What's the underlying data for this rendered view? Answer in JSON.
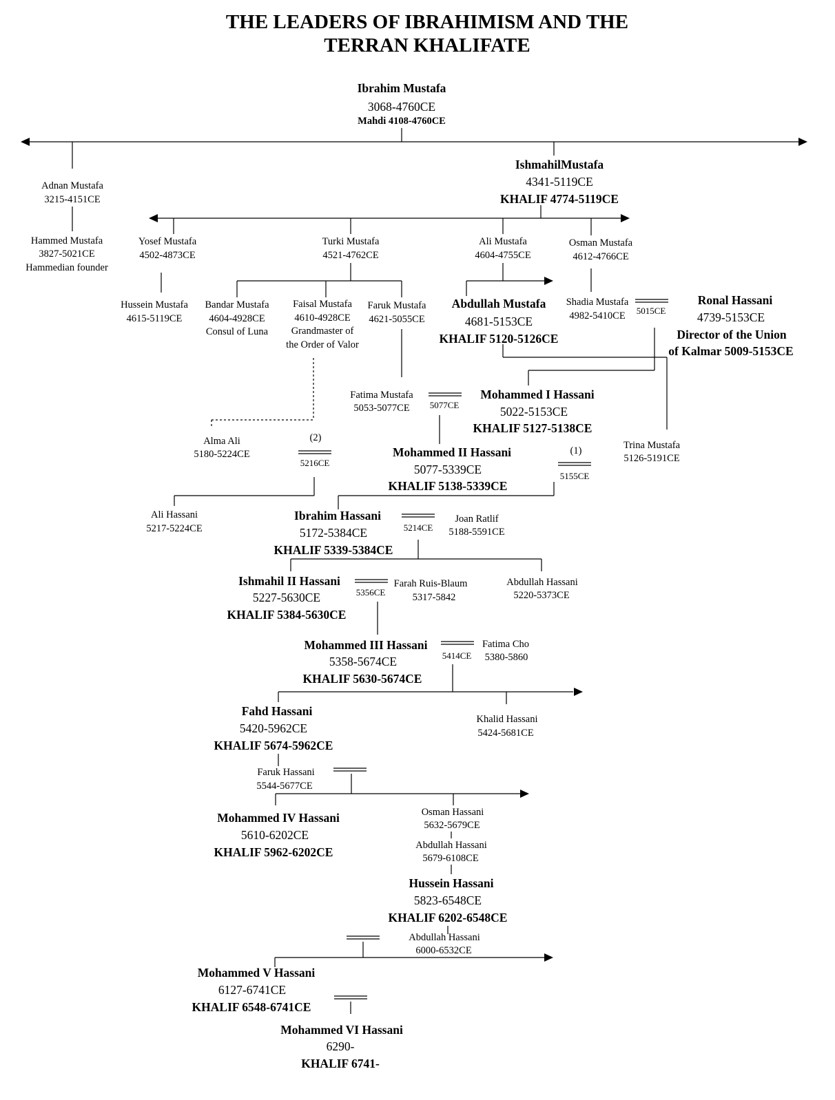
{
  "title": [
    "THE LEADERS OF IBRAHIMISM AND THE",
    "TERRAN KHALIFATE"
  ],
  "texts": [
    "Ibrahim Mustafa",
    "3068-4760CE",
    "Mahdi 4108-4760CE",
    "IshmahilMustafa",
    "4341-5119CE",
    "KHALIF 4774-5119CE",
    "Adnan Mustafa",
    "3215-4151CE",
    "Hammed Mustafa",
    "3827-5021CE",
    "Hammedian founder",
    "Yosef Mustafa",
    "4502-4873CE",
    "Turki Mustafa",
    "4521-4762CE",
    "Ali Mustafa",
    "4604-4755CE",
    "Osman Mustafa",
    "4612-4766CE",
    "Hussein Mustafa",
    "4615-5119CE",
    "Bandar Mustafa",
    "4604-4928CE",
    "Consul of Luna",
    "Faisal Mustafa",
    "4610-4928CE",
    "Grandmaster of",
    "the Order of Valor",
    "Faruk Mustafa",
    "4621-5055CE",
    "Abdullah Mustafa",
    "4681-5153CE",
    "KHALIF 5120-5126CE",
    "Shadia Mustafa",
    "4982-5410CE",
    "5015CE",
    "Ronal Hassani",
    "4739-5153CE",
    "Director of the Union",
    "of Kalmar 5009-5153CE",
    "Fatima Mustafa",
    "5053-5077CE",
    "5077CE",
    "Mohammed I Hassani",
    "5022-5153CE",
    "KHALIF 5127-5138CE",
    "Alma Ali",
    "5180-5224CE",
    "(2)",
    "5216CE",
    "Mohammed II Hassani",
    "5077-5339CE",
    "KHALIF 5138-5339CE",
    "(1)",
    "5155CE",
    "Trina Mustafa",
    "5126-5191CE",
    "Ali Hassani",
    "5217-5224CE",
    "Ibrahim Hassani",
    "5172-5384CE",
    "KHALIF 5339-5384CE",
    "5214CE",
    "Joan Ratlif",
    "5188-5591CE",
    "Ishmahil II Hassani",
    "5227-5630CE",
    "KHALIF 5384-5630CE",
    "5356CE",
    "Farah Ruis-Blaum",
    "5317-5842",
    "Abdullah Hassani",
    "5220-5373CE",
    "Mohammed III Hassani",
    "5358-5674CE",
    "KHALIF 5630-5674CE",
    "5414CE",
    "Fatima Cho",
    "5380-5860",
    "Fahd Hassani",
    "5420-5962CE",
    "KHALIF 5674-5962CE",
    "Khalid Hassani",
    "5424-5681CE",
    "Faruk Hassani",
    "5544-5677CE",
    "Mohammed IV Hassani",
    "5610-6202CE",
    "KHALIF 5962-6202CE",
    "Osman Hassani",
    "5632-5679CE",
    "Abdullah Hassani",
    "5679-6108CE",
    "Hussein Hassani",
    "5823-6548CE",
    "KHALIF 6202-6548CE",
    "Abdullah Hassani",
    "6000-6532CE",
    "Mohammed V Hassani",
    "6127-6741CE",
    "KHALIF 6548-6741CE",
    "Mohammed VI Hassani",
    "6290-",
    "KHALIF 6741-"
  ]
}
